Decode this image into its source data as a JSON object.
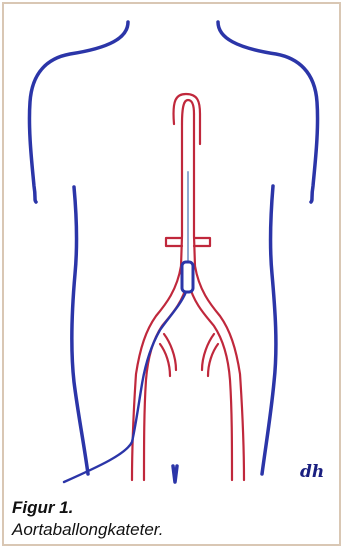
{
  "figure": {
    "caption_title": "Figur 1.",
    "caption_text": "Aortaballongkateter.",
    "signature": "dh"
  },
  "colors": {
    "body_outline": "#2b35a8",
    "artery": "#c0283c",
    "catheter": "#2b35a8",
    "guidewire": "#8fa8d0",
    "frame_border": "#d9c7b4"
  },
  "icons": {
    "body": "torso-outline-drawing",
    "vessels": "aorta-iliac-artery-drawing",
    "device": "intra-aortic-balloon-catheter"
  }
}
